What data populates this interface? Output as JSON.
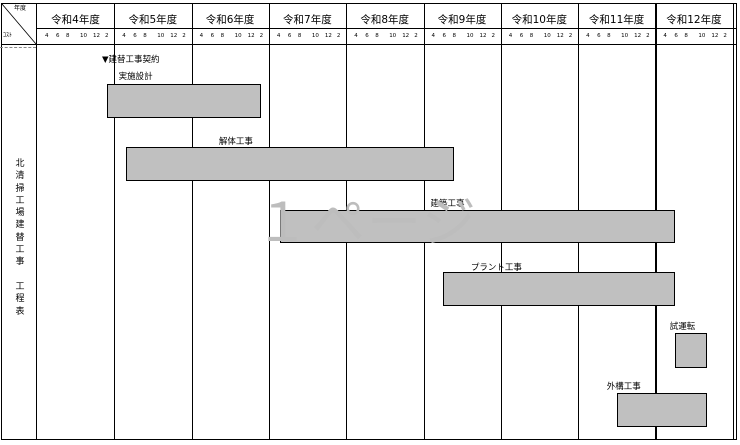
{
  "header": {
    "corner_top": "年度",
    "corner_bottom": "ｺｽﾄ",
    "years": [
      "令和4年度",
      "令和5年度",
      "令和6年度",
      "令和7年度",
      "令和8年度",
      "令和9年度",
      "令和10年度",
      "令和11年度",
      "令和12年度"
    ],
    "month_ticks": [
      "4",
      "6",
      "8",
      "10",
      "12",
      "2"
    ]
  },
  "side_title": "北清掃工場建替工事\n\n工程表",
  "milestone": "▼建替工事契約",
  "bars": [
    {
      "label": "実施設計",
      "start": 0.9,
      "end": 2.9
    },
    {
      "label": "解体工事",
      "start": 1.15,
      "end": 5.4
    },
    {
      "label": "建築工事",
      "start": 3.15,
      "end": 8.25
    },
    {
      "label": "プラント工事",
      "start": 5.25,
      "end": 8.25
    },
    {
      "label": "試運転",
      "start": 8.25,
      "end": 8.67
    },
    {
      "label": "外構工事",
      "start": 7.5,
      "end": 8.67
    }
  ],
  "watermark": "１ページ"
}
